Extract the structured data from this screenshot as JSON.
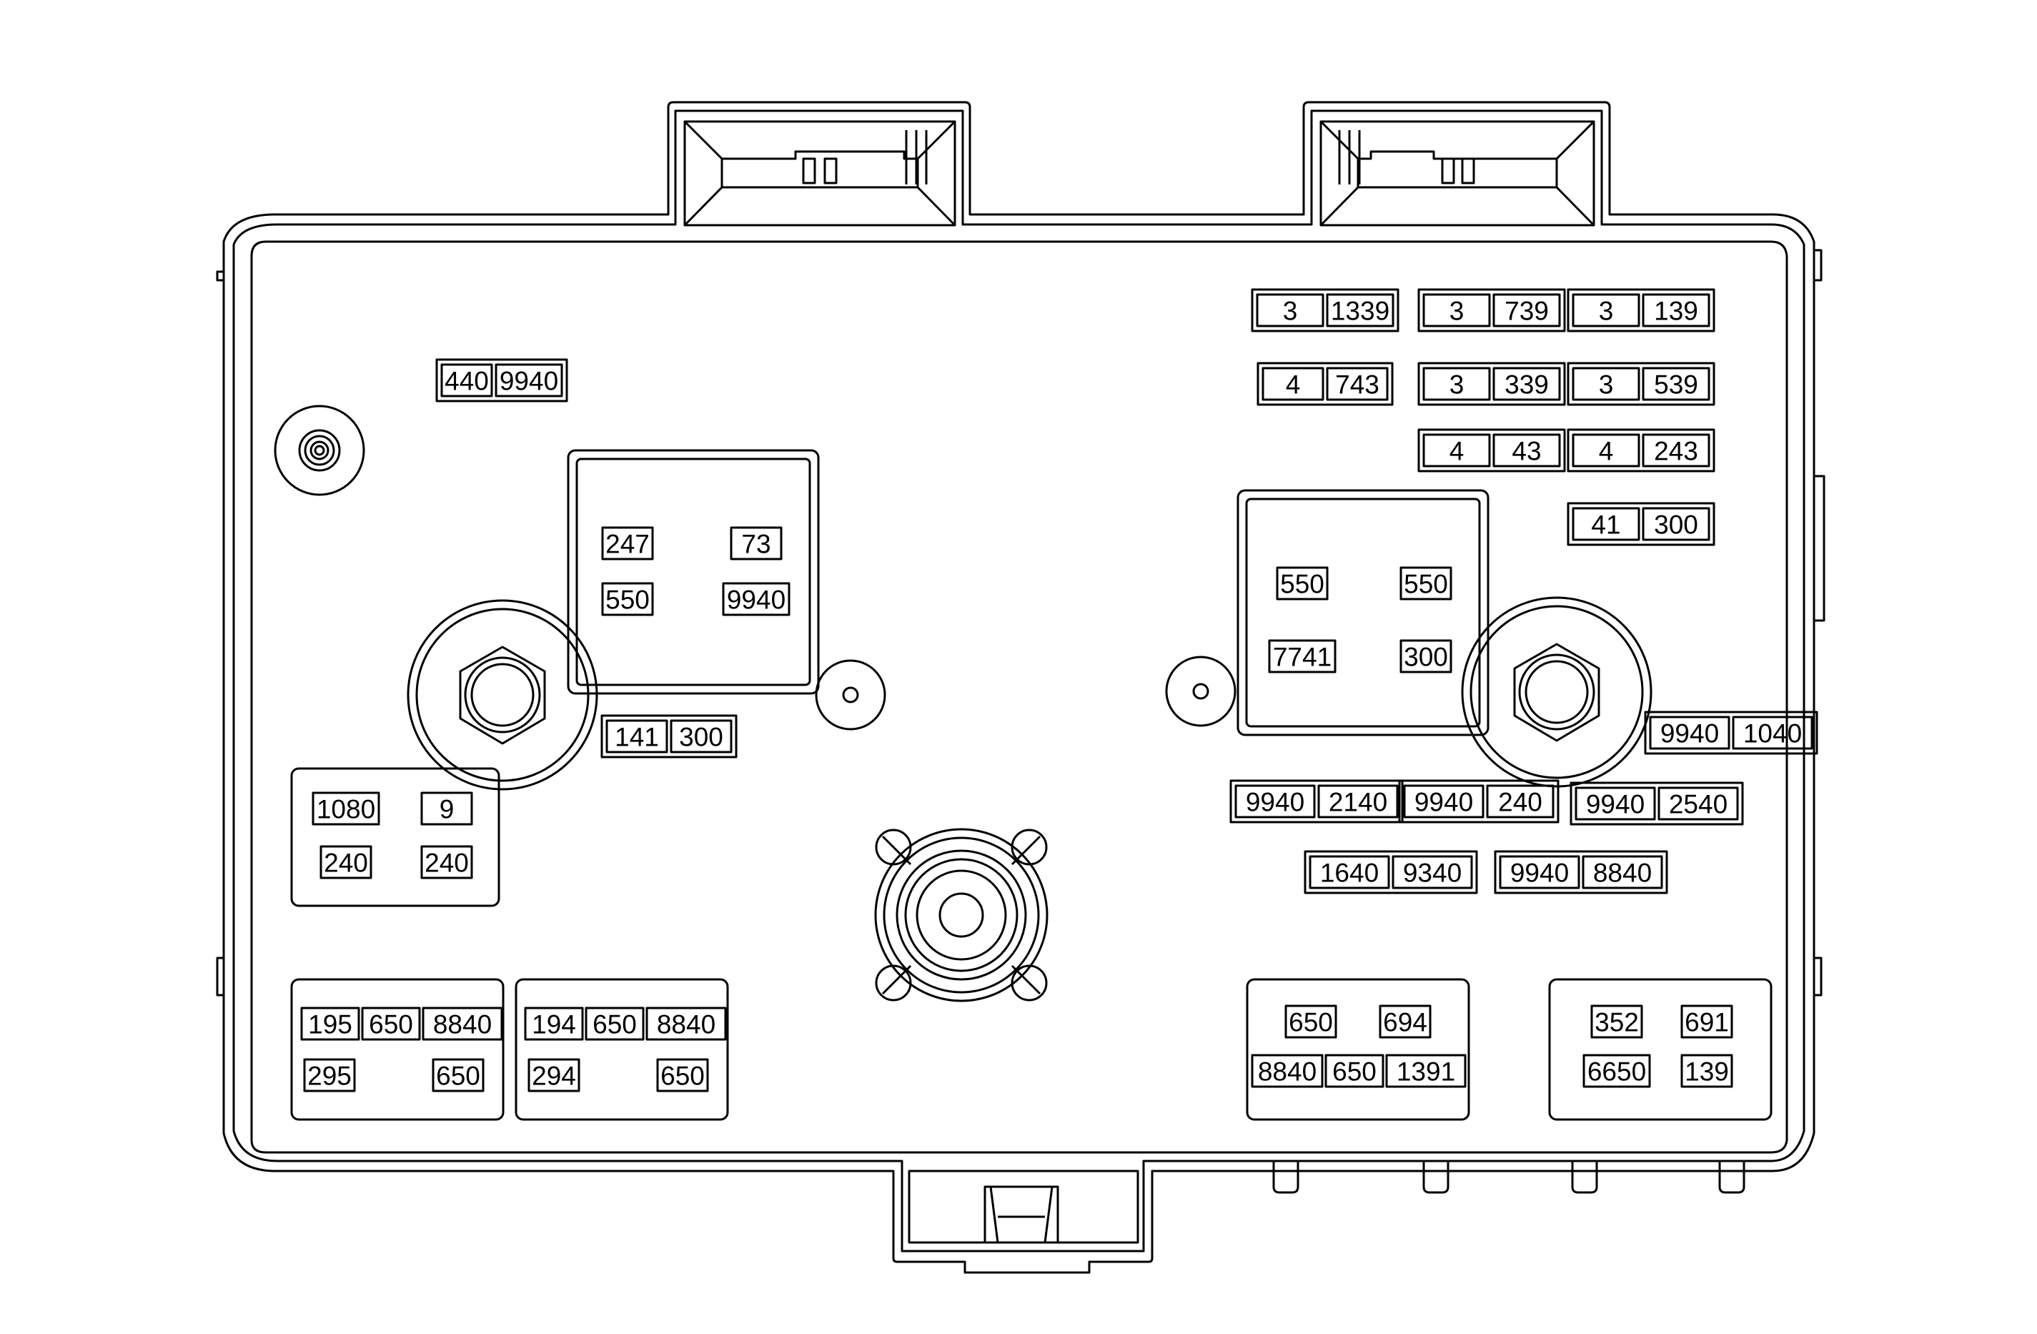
{
  "colors": {
    "line": "#000000",
    "background": "#ffffff"
  },
  "single_labels": [
    {
      "id": "rly-l-tl",
      "text": "247"
    },
    {
      "id": "rly-l-tr",
      "text": "73"
    },
    {
      "id": "rly-l-bl",
      "text": "550"
    },
    {
      "id": "rly-l-br",
      "text": "9940"
    },
    {
      "id": "rly-r-tl",
      "text": "550"
    },
    {
      "id": "rly-r-tr",
      "text": "550"
    },
    {
      "id": "rly-r-bl",
      "text": "7741"
    },
    {
      "id": "rly-r-br",
      "text": "300"
    },
    {
      "id": "blk-a-1",
      "text": "1080"
    },
    {
      "id": "blk-a-2",
      "text": "9"
    },
    {
      "id": "blk-a-3",
      "text": "240"
    },
    {
      "id": "blk-a-4",
      "text": "240"
    },
    {
      "id": "blk-b-4",
      "text": "295"
    },
    {
      "id": "blk-b-5",
      "text": "650"
    },
    {
      "id": "blk-c-4",
      "text": "294"
    },
    {
      "id": "blk-c-5",
      "text": "650"
    },
    {
      "id": "blk-d-1",
      "text": "650"
    },
    {
      "id": "blk-d-2",
      "text": "694"
    },
    {
      "id": "blk-e-1",
      "text": "352"
    },
    {
      "id": "blk-e-2",
      "text": "691"
    },
    {
      "id": "blk-e-3",
      "text": "6650"
    },
    {
      "id": "blk-e-4",
      "text": "139"
    }
  ],
  "pair_labels": [
    {
      "id": "p-440-9940",
      "a": "440",
      "b": "9940"
    },
    {
      "id": "p-141-300",
      "a": "141",
      "b": "300"
    },
    {
      "id": "p-3-1339",
      "a": "3",
      "b": "1339"
    },
    {
      "id": "p-3-739",
      "a": "3",
      "b": "739"
    },
    {
      "id": "p-3-139",
      "a": "3",
      "b": "139"
    },
    {
      "id": "p-4-743",
      "a": "4",
      "b": "743"
    },
    {
      "id": "p-3-339",
      "a": "3",
      "b": "339"
    },
    {
      "id": "p-3-539",
      "a": "3",
      "b": "539"
    },
    {
      "id": "p-4-43",
      "a": "4",
      "b": "43"
    },
    {
      "id": "p-4-243",
      "a": "4",
      "b": "243"
    },
    {
      "id": "p-41-300",
      "a": "41",
      "b": "300"
    },
    {
      "id": "p-9940-1040",
      "a": "9940",
      "b": "1040"
    },
    {
      "id": "p-9940-2140",
      "a": "9940",
      "b": "2140"
    },
    {
      "id": "p-9940-240",
      "a": "9940",
      "b": "240"
    },
    {
      "id": "p-9940-2540",
      "a": "9940",
      "b": "2540"
    },
    {
      "id": "p-1640-9340",
      "a": "1640",
      "b": "9340"
    },
    {
      "id": "p-9940-8840",
      "a": "9940",
      "b": "8840"
    }
  ],
  "triple_labels": [
    {
      "id": "t-195-650-8840",
      "a": "195",
      "b": "650",
      "c": "8840"
    },
    {
      "id": "t-194-650-8840",
      "a": "194",
      "b": "650",
      "c": "8840"
    },
    {
      "id": "t-8840-650-1391",
      "a": "8840",
      "b": "650",
      "c": "1391"
    }
  ]
}
